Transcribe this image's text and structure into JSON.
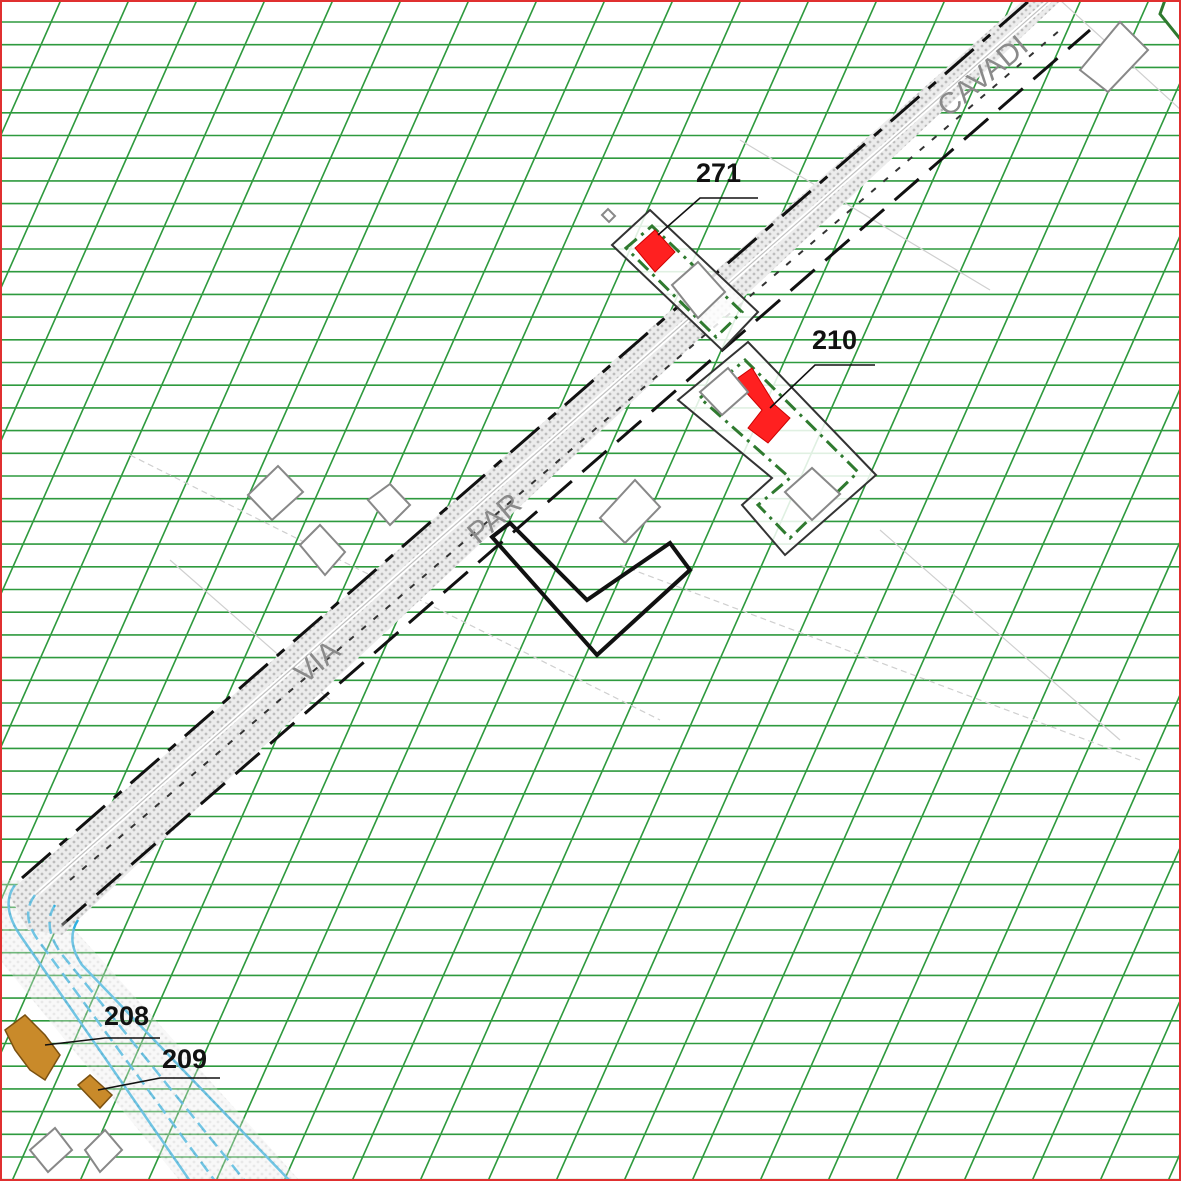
{
  "map": {
    "colors": {
      "background": "#ffffff",
      "hatch_green": "#2e9a3e",
      "road_fill": "#d6d6d6",
      "road_edge": "#111111",
      "building_outline": "#888888",
      "area_outline": "#222222",
      "area_dash_green": "#2f7a2f",
      "building_red": "#ff2020",
      "building_brown": "#c98a2a",
      "water_blue": "#2fb0e0",
      "frame_red": "#e03030"
    },
    "street_labels": [
      "VIA",
      "PAR",
      "CAVADI"
    ],
    "parcels": [
      {
        "number": "271"
      },
      {
        "number": "210"
      },
      {
        "number": "208"
      },
      {
        "number": "209"
      }
    ]
  }
}
